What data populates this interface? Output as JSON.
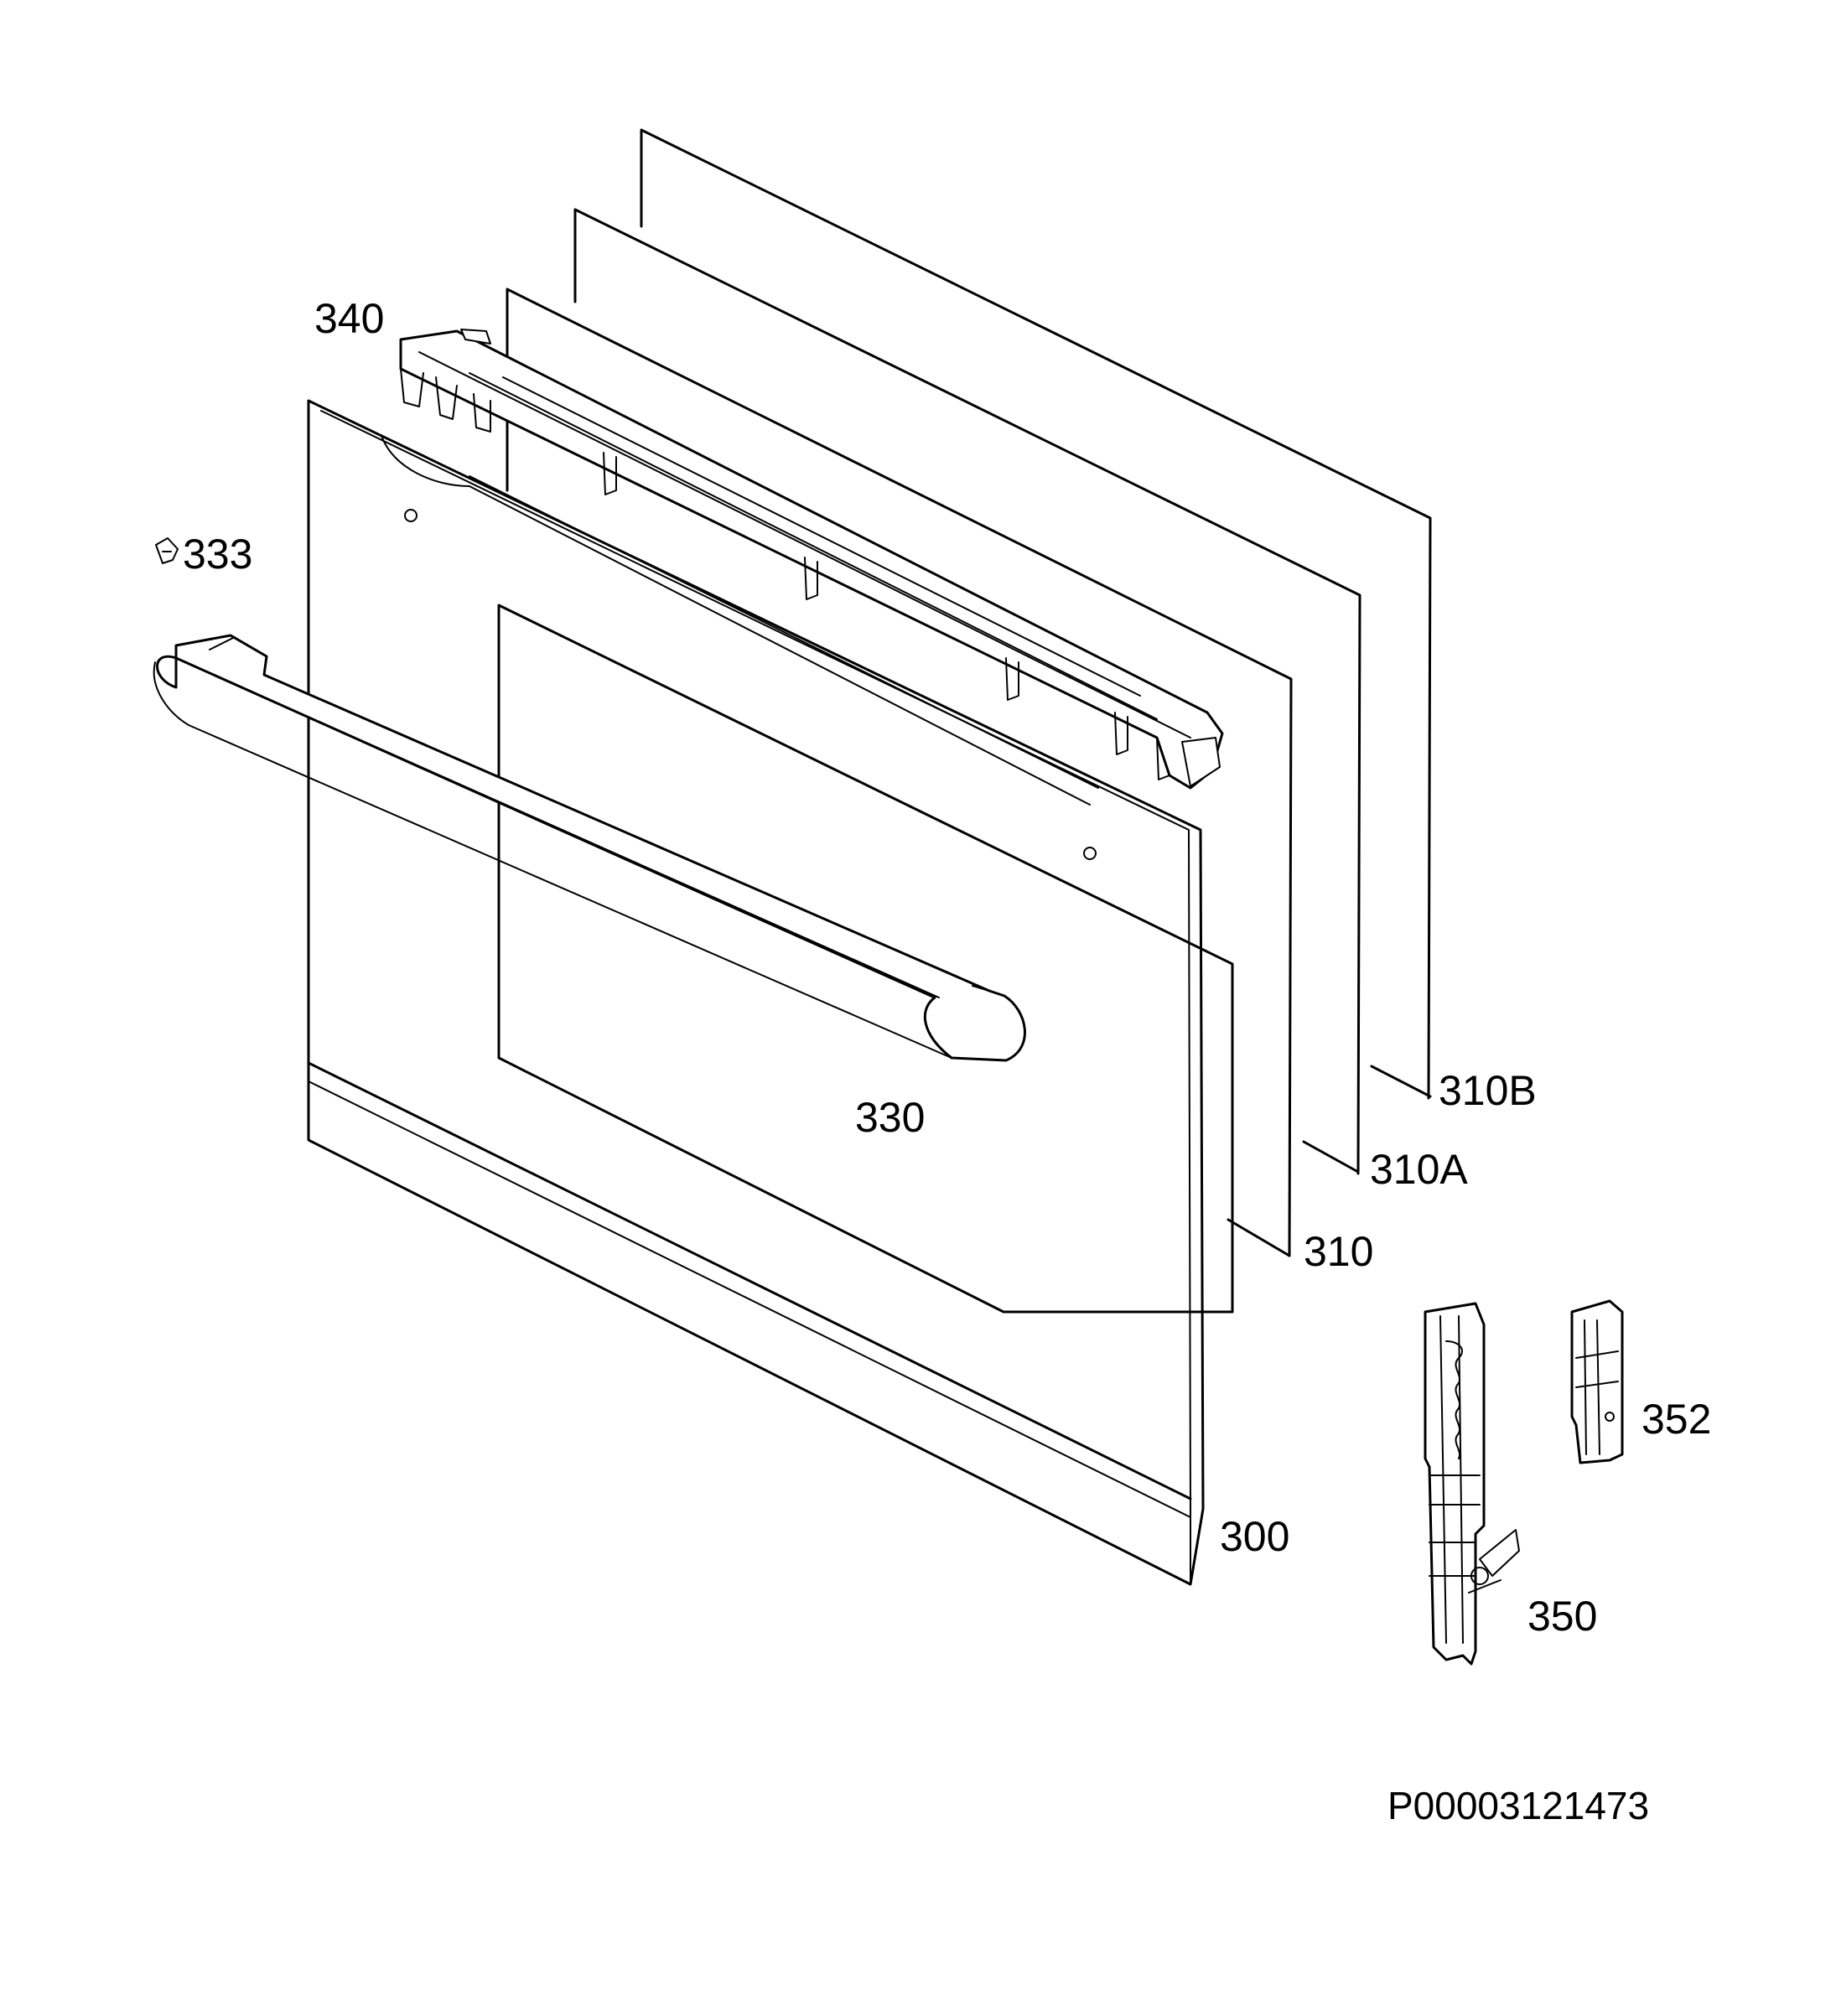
{
  "labels": {
    "p340": "340",
    "p333": "333",
    "p330": "330",
    "p310B": "310B",
    "p310A": "310A",
    "p310": "310",
    "p352": "352",
    "p300": "300",
    "p350": "350"
  },
  "drawing_code": "P00003121473",
  "colors": {
    "line": "#000000",
    "background": "#ffffff"
  }
}
